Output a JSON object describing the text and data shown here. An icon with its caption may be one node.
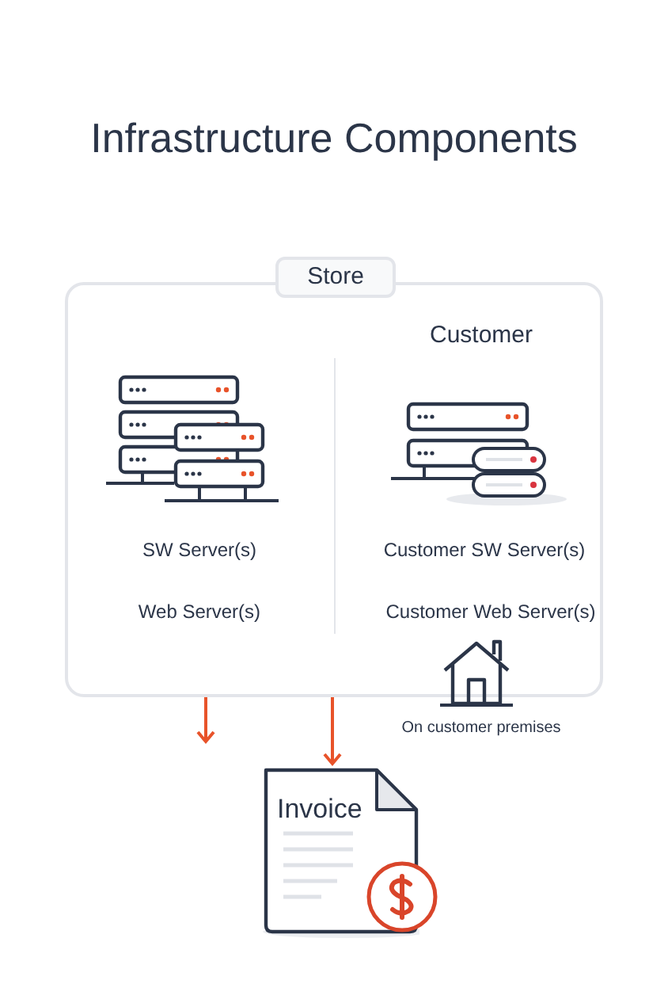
{
  "diagram": {
    "title": "Infrastructure Components",
    "nodes": [
      {
        "text": [
          "Store"
        ]
      },
      {
        "text": [
          "Invoice"
        ]
      }
    ],
    "edges": [
      {
        "from": 0,
        "to": null,
        "arrow": "to"
      },
      {
        "from": 0,
        "to": 1,
        "arrow": "to"
      }
    ],
    "labels": [
      "Customer",
      "SW Server(s)",
      "Customer SW Server(s)",
      "Web Server(s)",
      "Customer Web Server(s)",
      "On customer premises"
    ]
  }
}
